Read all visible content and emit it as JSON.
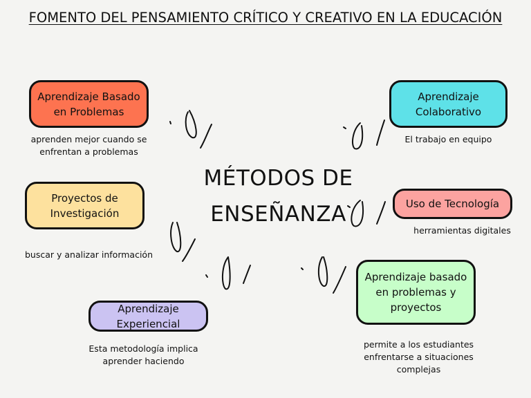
{
  "title": "FOMENTO DEL PENSAMIENTO CRÍTICO Y CREATIVO EN LA EDUCACIÓN",
  "center": {
    "line1": "MÉTODOS DE",
    "line2": "ENSEÑANZA"
  },
  "nodes": [
    {
      "label": "Aprendizaje Basado en Problemas",
      "color": "#fd7350",
      "description": "aprenden mejor cuando se enfrentan a problemas"
    },
    {
      "label": "Aprendizaje Colaborativo",
      "color": "#5ee1e8",
      "description": "El trabajo en equipo"
    },
    {
      "label": "Proyectos de Investigación",
      "color": "#fde19e",
      "description": "buscar y analizar información"
    },
    {
      "label": "Uso de Tecnología",
      "color": "#fca3a0",
      "description": "herramientas digitales"
    },
    {
      "label": "Aprendizaje Experiencial",
      "color": "#cbc3f2",
      "description": "Esta metodología implica aprender haciendo"
    },
    {
      "label": "Aprendizaje basado en problemas y proyectos",
      "color": "#c7fec9",
      "description": "permite a los estudiantes enfrentarse a situaciones complejas"
    }
  ]
}
